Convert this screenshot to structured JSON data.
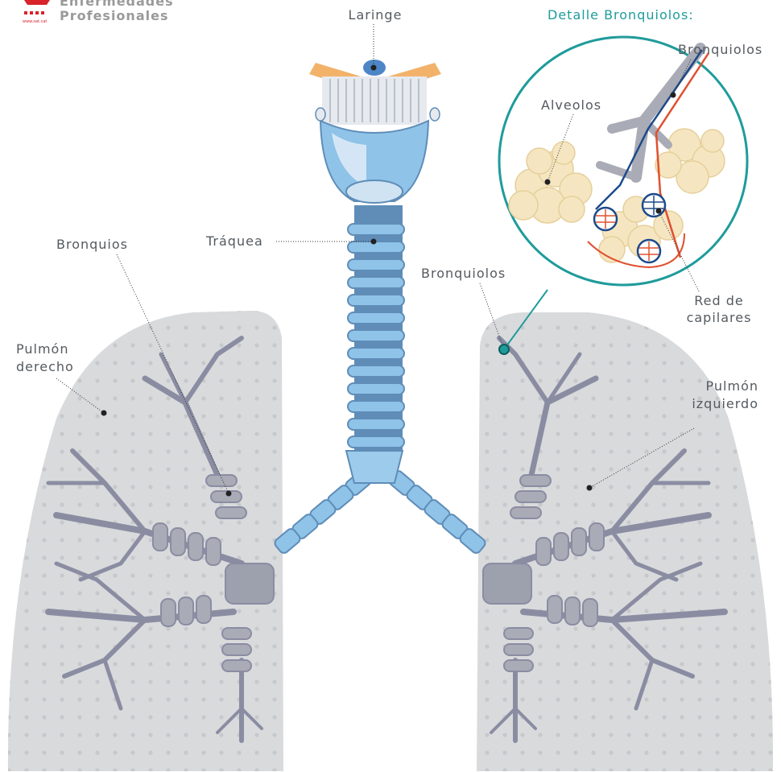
{
  "brand": {
    "line1": "Enfermedades",
    "line2": "Profesionales",
    "logo_caption": "www.sat.cat",
    "logo_icon": "hands-logo-icon",
    "accent": "#d8232a"
  },
  "labels": {
    "laringe": "Laringe",
    "detalle": "Detalle Bronquiolos:",
    "bronquiolos_detail": "Bronquiolos",
    "alveolos": "Alveolos",
    "traquea": "Tráquea",
    "bronquios": "Bronquios",
    "bronquiolos": "Bronquiolos",
    "red_capilares_1": "Red de",
    "red_capilares_2": "capilares",
    "pulmon_derecho_1": "Pulmón",
    "pulmon_derecho_2": "derecho",
    "pulmon_izquierdo_1": "Pulmón",
    "pulmon_izquierdo_2": "izquierdo"
  },
  "colors": {
    "lung_fill": "#d9dadc",
    "bronchi": "#8a8da2",
    "airway": "#8fc3e8",
    "airway_dark": "#5f8db8",
    "cartilage": "#f2b26a",
    "accent_teal": "#1f9b9b",
    "alveoli": "#f5e6c1",
    "vein": "#1c4a8a",
    "artery": "#e0502f"
  }
}
